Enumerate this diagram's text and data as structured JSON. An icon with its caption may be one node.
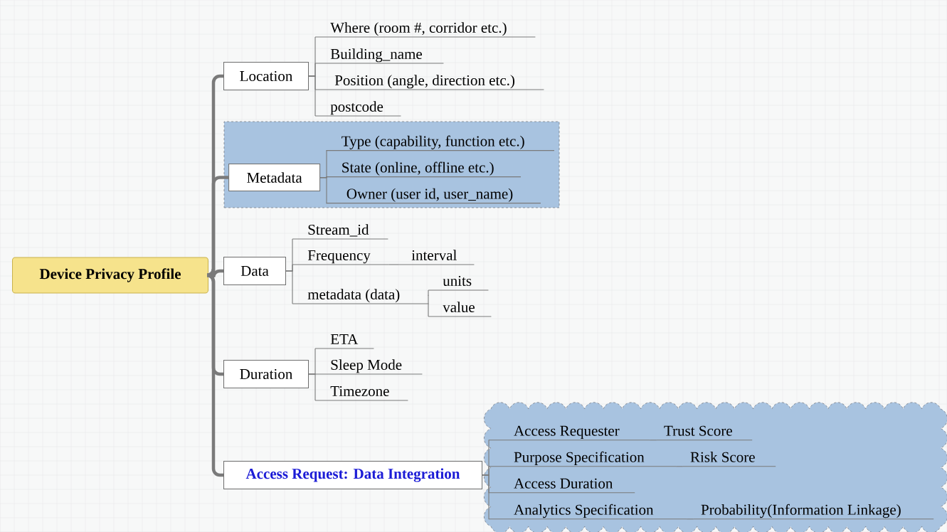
{
  "diagram": {
    "nodes": [
      {
        "text": [
          "Device Privacy Profile"
        ]
      },
      {
        "text": [
          "Location"
        ]
      },
      {
        "text": [
          "Where (room #, corridor etc.)"
        ]
      },
      {
        "text": [
          "Building_name"
        ]
      },
      {
        "text": [
          "Position (angle, direction etc.)"
        ]
      },
      {
        "text": [
          "postcode"
        ]
      },
      {
        "text": [],
        "shape": "box"
      },
      {
        "text": [
          "Metadata"
        ],
        "in": 6
      },
      {
        "text": [
          "Type (capability, function etc.)"
        ],
        "in": 6
      },
      {
        "text": [
          "State (online, offline etc.)"
        ],
        "in": 6
      },
      {
        "text": [
          "Owner (user id, user_name)"
        ],
        "in": 6
      },
      {
        "text": [
          "Data"
        ]
      },
      {
        "text": [
          "Stream_id"
        ]
      },
      {
        "text": [
          "Frequency"
        ]
      },
      {
        "text": [
          "interval"
        ]
      },
      {
        "text": [
          "metadata (data)"
        ]
      },
      {
        "text": [
          "units"
        ]
      },
      {
        "text": [
          "value"
        ]
      },
      {
        "text": [
          "Duration"
        ]
      },
      {
        "text": [
          "ETA"
        ]
      },
      {
        "text": [
          "Sleep Mode"
        ]
      },
      {
        "text": [
          "Timezone"
        ]
      },
      {
        "text": [
          "Access Request: Data Integration"
        ]
      },
      {
        "text": [],
        "shape": "cloud"
      },
      {
        "text": [
          "Access Requester"
        ],
        "in": 23
      },
      {
        "text": [
          "Trust Score"
        ],
        "in": 23
      },
      {
        "text": [
          "Purpose Specification"
        ],
        "in": 23
      },
      {
        "text": [
          "Risk Score"
        ],
        "in": 23
      },
      {
        "text": [
          "Access Duration"
        ],
        "in": 23
      },
      {
        "text": [
          "Analytics Specification"
        ],
        "in": 23
      },
      {
        "text": [
          "Probability(Information Linkage)"
        ],
        "in": 23
      }
    ],
    "edges": [
      {
        "from": 0,
        "to": 1,
        "arrow": "none",
        "style": "thick"
      },
      {
        "from": 0,
        "to": 7,
        "arrow": "none",
        "style": "thick"
      },
      {
        "from": 0,
        "to": 11,
        "arrow": "none",
        "style": "thick"
      },
      {
        "from": 0,
        "to": 18,
        "arrow": "none",
        "style": "thick"
      },
      {
        "from": 0,
        "to": 22,
        "arrow": "none",
        "style": "thick"
      },
      {
        "from": 1,
        "to": 2,
        "arrow": "none"
      },
      {
        "from": 1,
        "to": 3,
        "arrow": "none"
      },
      {
        "from": 1,
        "to": 4,
        "arrow": "none"
      },
      {
        "from": 1,
        "to": 5,
        "arrow": "none"
      },
      {
        "from": 7,
        "to": 8,
        "arrow": "none"
      },
      {
        "from": 7,
        "to": 9,
        "arrow": "none"
      },
      {
        "from": 7,
        "to": 10,
        "arrow": "none"
      },
      {
        "from": 11,
        "to": 12,
        "arrow": "none"
      },
      {
        "from": 11,
        "to": 13,
        "arrow": "none"
      },
      {
        "from": 13,
        "to": 14,
        "arrow": "none"
      },
      {
        "from": 11,
        "to": 15,
        "arrow": "none"
      },
      {
        "from": 15,
        "to": 16,
        "arrow": "none"
      },
      {
        "from": 15,
        "to": 17,
        "arrow": "none"
      },
      {
        "from": 18,
        "to": 19,
        "arrow": "none"
      },
      {
        "from": 18,
        "to": 20,
        "arrow": "none"
      },
      {
        "from": 18,
        "to": 21,
        "arrow": "none"
      },
      {
        "from": 22,
        "to": 24,
        "arrow": "none"
      },
      {
        "from": 24,
        "to": 25,
        "arrow": "none"
      },
      {
        "from": 22,
        "to": 26,
        "arrow": "none"
      },
      {
        "from": 26,
        "to": 27,
        "arrow": "none"
      },
      {
        "from": 22,
        "to": 28,
        "arrow": "none"
      },
      {
        "from": 22,
        "to": 29,
        "arrow": "none"
      },
      {
        "from": 29,
        "to": 30,
        "arrow": "none"
      }
    ]
  }
}
